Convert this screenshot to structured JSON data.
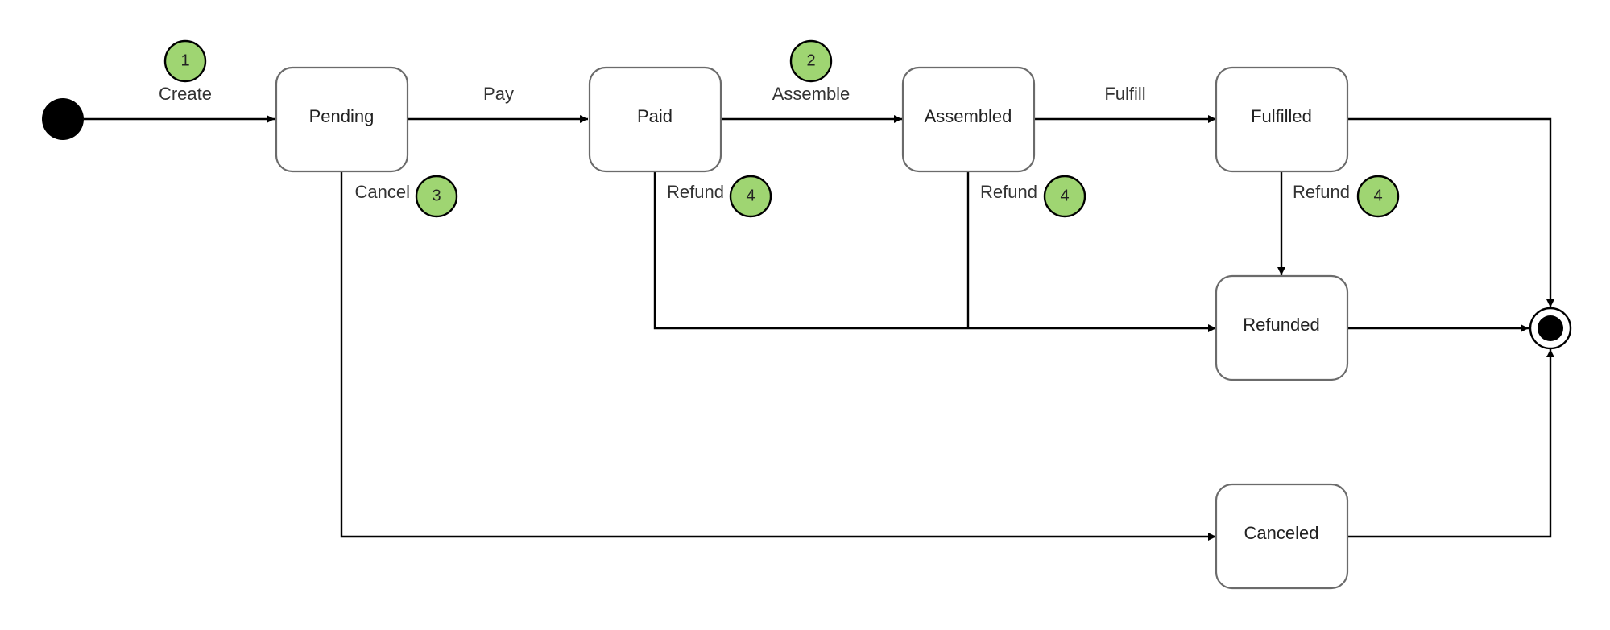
{
  "states": {
    "pending": "Pending",
    "paid": "Paid",
    "assembled": "Assembled",
    "fulfilled": "Fulfilled",
    "refunded": "Refunded",
    "canceled": "Canceled"
  },
  "transitions": {
    "create": "Create",
    "pay": "Pay",
    "assemble": "Assemble",
    "fulfill": "Fulfill",
    "cancel": "Cancel",
    "refund_paid": "Refund",
    "refund_assembled": "Refund",
    "refund_fulfilled": "Refund"
  },
  "badges": {
    "create": "1",
    "assemble": "2",
    "cancel": "3",
    "refund_paid": "4",
    "refund_assembled": "4",
    "refund_fulfilled": "4"
  },
  "colors": {
    "badge_fill": "#9fd572",
    "state_border": "#6b6b6b",
    "edge": "#000000"
  }
}
